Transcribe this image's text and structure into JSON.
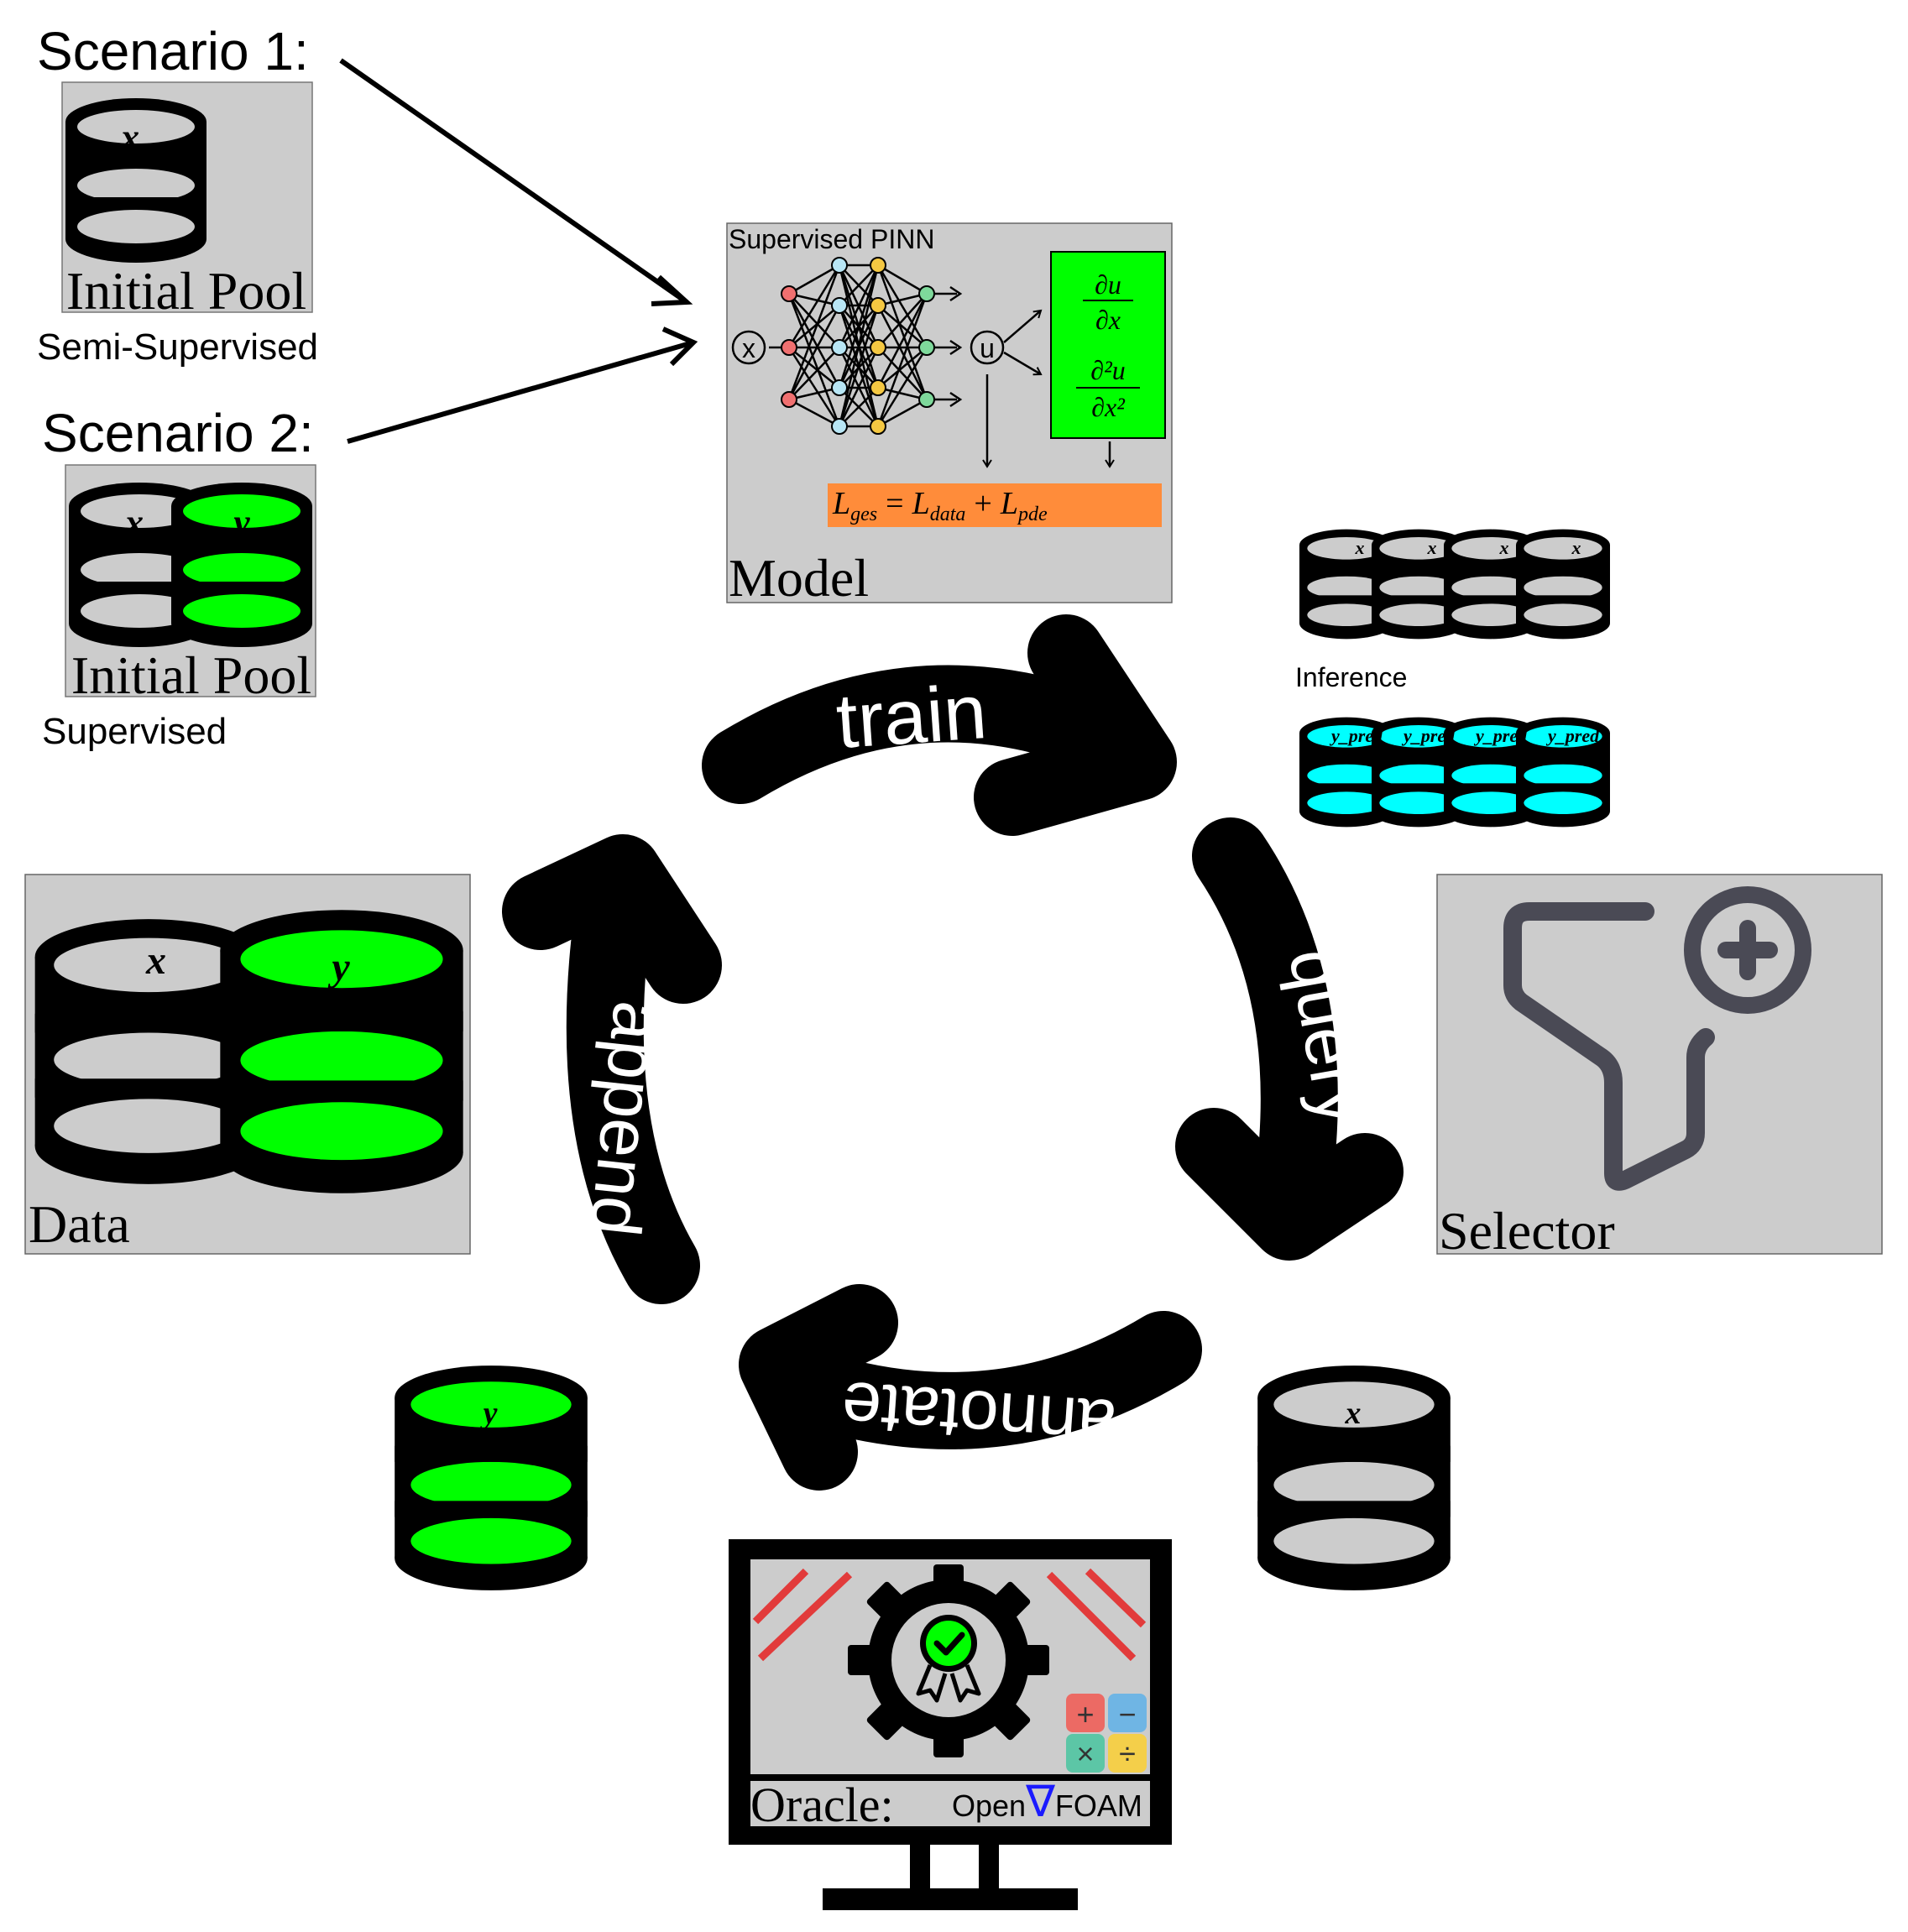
{
  "scenario1": {
    "title": "Scenario 1:",
    "pool_label": "Initial Pool",
    "caption": "Semi-Supervised",
    "db_label": "x"
  },
  "scenario2": {
    "title": "Scenario 2:",
    "pool_label": "Initial Pool",
    "caption": "Supervised",
    "db_x_label": "x",
    "db_y_label": "y"
  },
  "model": {
    "header": "Supervised PINN",
    "input": "x",
    "output": "u",
    "derivative1_num": "∂u",
    "derivative1_den": "∂x",
    "derivative2_num": "∂²u",
    "derivative2_den": "∂x²",
    "loss_lhs": "L",
    "loss_lhs_sub": "ges",
    "loss_t1": "L",
    "loss_t1_sub": "data",
    "loss_t2": "L",
    "loss_t2_sub": "pde",
    "label": "Model"
  },
  "inference": {
    "label": "Inference",
    "x_label": "x",
    "pred_label": "y_pred"
  },
  "selector": {
    "label": "Selector"
  },
  "data_box": {
    "label": "Data",
    "x_label": "x",
    "y_label": "y"
  },
  "cycle": {
    "train": "train",
    "query": "query",
    "annotate": "annotate",
    "append": "append"
  },
  "query_db": {
    "label": "x"
  },
  "annotated_db": {
    "label": "y"
  },
  "oracle": {
    "label": "Oracle:",
    "brand_prefix": "Open",
    "brand_symbol": "∇",
    "brand_suffix": "FOAM"
  },
  "calculator": {
    "plus": "+",
    "minus": "−",
    "times": "×",
    "divide": "÷"
  },
  "colors": {
    "box_gray": "#cccccc",
    "green": "#00ff00",
    "cyan": "#00ffff",
    "orange": "#ff8c3a",
    "black": "#000000",
    "nabla_blue": "#1a1aff",
    "red_stripe": "#e23b3b",
    "funnel_gray": "#4a4a55"
  }
}
